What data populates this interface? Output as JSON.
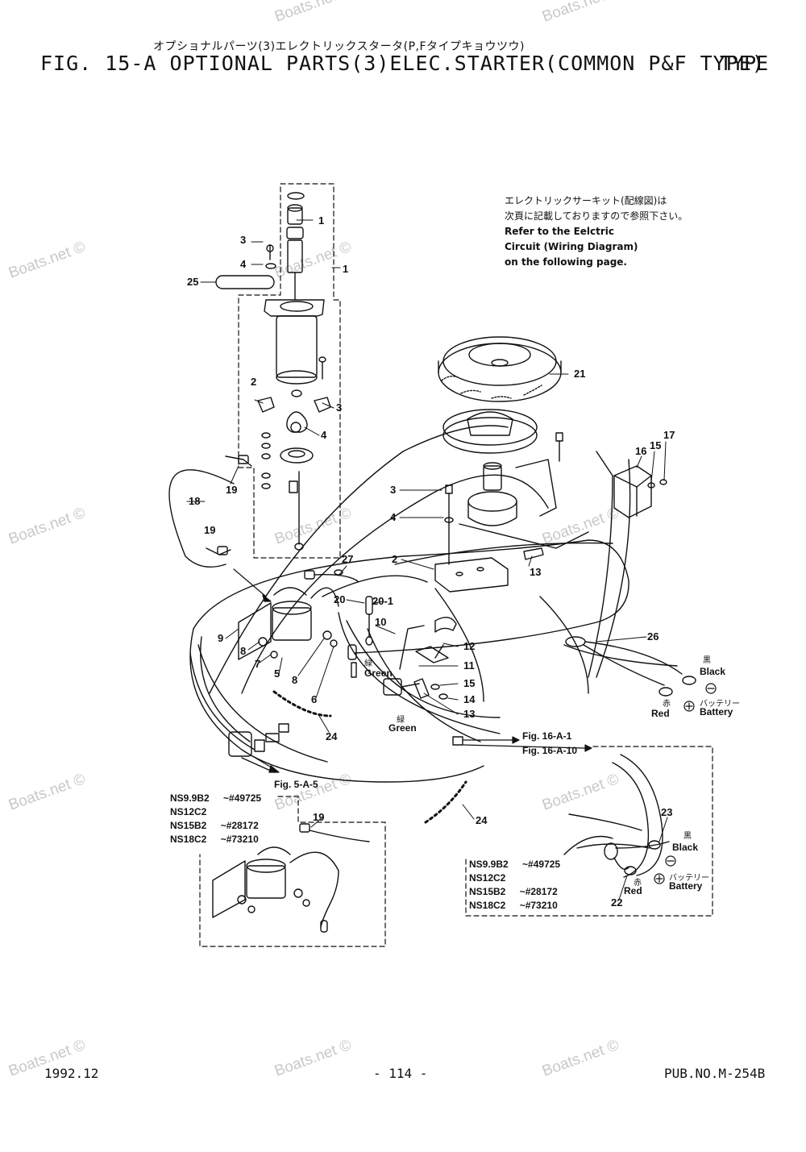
{
  "header": {
    "jp_subtitle": "オプショナルパーツ(3)エレクトリックスタータ(P,Fタイプキョウツウ)",
    "title": "FIG. 15-A OPTIONAL PARTS(3)ELEC.STARTER(COMMON P&F TYPE)",
    "type_label": "TYPE"
  },
  "note": {
    "jp_line1": "エレクトリックサーキット(配線図)は",
    "jp_line2": "次頁に記載しておりますので参照下さい。",
    "en_line1": "Refer to the Eelctric",
    "en_line2": "Circuit (Wiring Diagram)",
    "en_line3": "on the following page."
  },
  "watermark": "Boats.net ©",
  "callouts": {
    "c1a": "1",
    "c1b": "1",
    "c2a": "2",
    "c3a": "3",
    "c3b": "3",
    "c4a": "4",
    "c4b": "4",
    "c25": "25",
    "c21": "21",
    "c18": "18",
    "c19a": "19",
    "c19b": "19",
    "c19c": "19",
    "c16": "16",
    "c15a": "15",
    "c17": "17",
    "c3c": "3",
    "c4c": "4",
    "c2b": "2",
    "c13a": "13",
    "c27": "27",
    "c20": "20",
    "c20_1": "20-1",
    "c10": "10",
    "c12": "12",
    "c11": "11",
    "c15b": "15",
    "c14": "14",
    "c13b": "13",
    "c9": "9",
    "c8a": "8",
    "c7": "7",
    "c5": "5",
    "c8b": "8",
    "c6": "6",
    "c26": "26",
    "c24a": "24",
    "c24b": "24",
    "c23": "23",
    "c22": "22"
  },
  "wire_labels": {
    "green_jp_1": "緑",
    "green_1": "Green",
    "green_jp_2": "緑",
    "green_2": "Green",
    "black_jp_1": "黒",
    "black_1": "Black",
    "red_jp_1": "赤",
    "red_1": "Red",
    "battery_jp_1": "バッテリー",
    "battery_1": "Battery",
    "black_jp_2": "黒",
    "black_2": "Black",
    "red_jp_2": "赤",
    "red_2": "Red",
    "battery_jp_2": "バッテリー",
    "battery_2": "Battery",
    "ref_16a1": "Fig. 16-A-1",
    "ref_16a10": "Fig. 16-A-10",
    "ref_5a5": "Fig. 5-A-5"
  },
  "models_left": [
    {
      "model": "NS9.9B2",
      "range": "~#49725"
    },
    {
      "model": "NS12C2",
      "range": ""
    },
    {
      "model": "NS15B2",
      "range": "~#28172"
    },
    {
      "model": "NS18C2",
      "range": "~#73210"
    }
  ],
  "models_right": [
    {
      "model": "NS9.9B2",
      "range": "~#49725"
    },
    {
      "model": "NS12C2",
      "range": ""
    },
    {
      "model": "NS15B2",
      "range": "~#28172"
    },
    {
      "model": "NS18C2",
      "range": "~#73210"
    }
  ],
  "footer": {
    "date": "1992.12",
    "page": "- 114 -",
    "pub": "PUB.NO.M-254B"
  },
  "colors": {
    "ink": "#111111",
    "watermark": "#c8c8c8",
    "background": "#ffffff"
  }
}
